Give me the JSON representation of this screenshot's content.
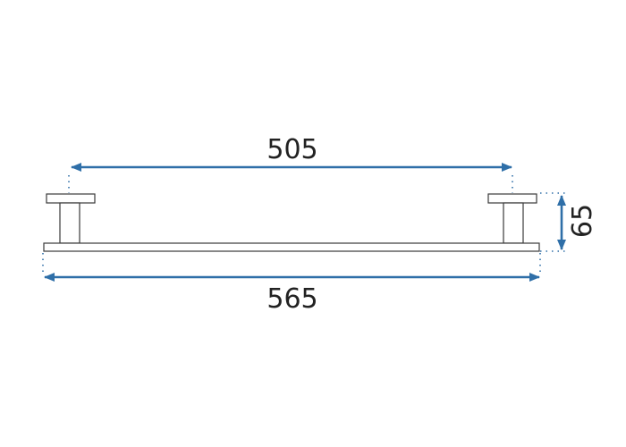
{
  "colors": {
    "dimension": "#2f6fa8",
    "outline": "#3a3a3a",
    "text": "#222222",
    "background": "#ffffff"
  },
  "dimensions": {
    "bracket_span": "505",
    "overall_length": "565",
    "depth": "65"
  }
}
